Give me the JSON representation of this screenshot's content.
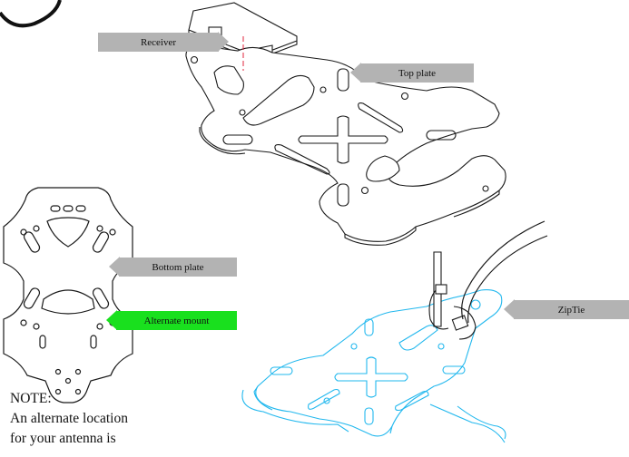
{
  "callouts": {
    "receiver": "Receiver",
    "top_plate": "Top plate",
    "bottom_plate": "Bottom plate",
    "alternate_mount": "Alternate mount",
    "ziptie": "ZipTie"
  },
  "note": {
    "heading": "NOTE:",
    "line1": "An alternate location",
    "line2": "for your antenna is"
  },
  "colors": {
    "callout_gray": "#b3b3b3",
    "callout_green": "#19e01e",
    "line_art": "#1a1a1a",
    "highlight_plate": "#22b8ee",
    "receiver_axis": "#e0243c"
  }
}
